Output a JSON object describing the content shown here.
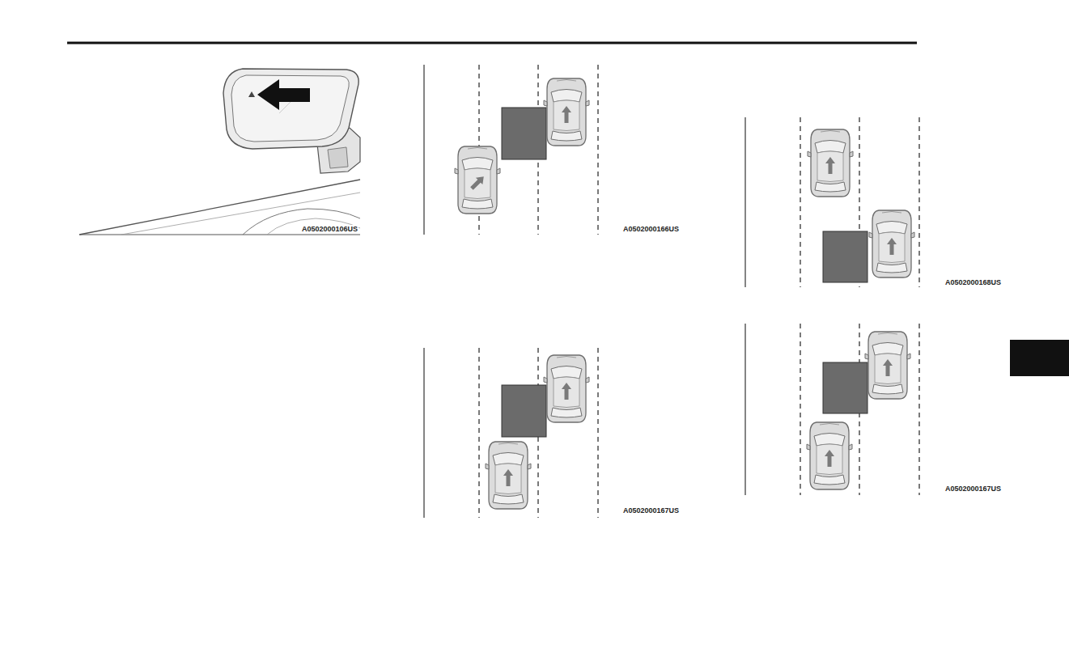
{
  "diagram": {
    "labels": [
      "A0502000106US",
      "A0502000166US",
      "A0502000168US",
      "A0502000167US",
      "A0502000167US"
    ]
  }
}
